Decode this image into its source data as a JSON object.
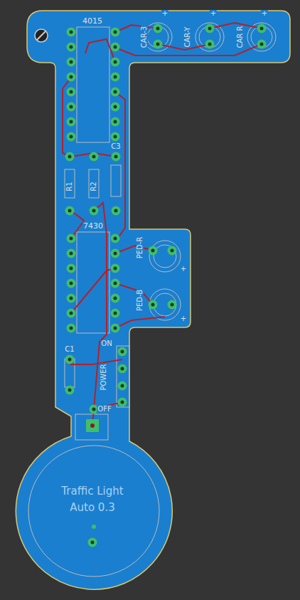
{
  "diagram": {
    "labels": [
      "4015",
      "CAR-3",
      "CAR-Y",
      "CAR R",
      "+",
      "+",
      "+",
      "R1",
      "R2",
      "C3",
      "7430",
      "PED-R",
      "PED-B",
      "+",
      "+",
      "C1",
      "ON",
      "POWER",
      "OFF",
      "Traffic Light",
      "Auto 0.3"
    ]
  }
}
